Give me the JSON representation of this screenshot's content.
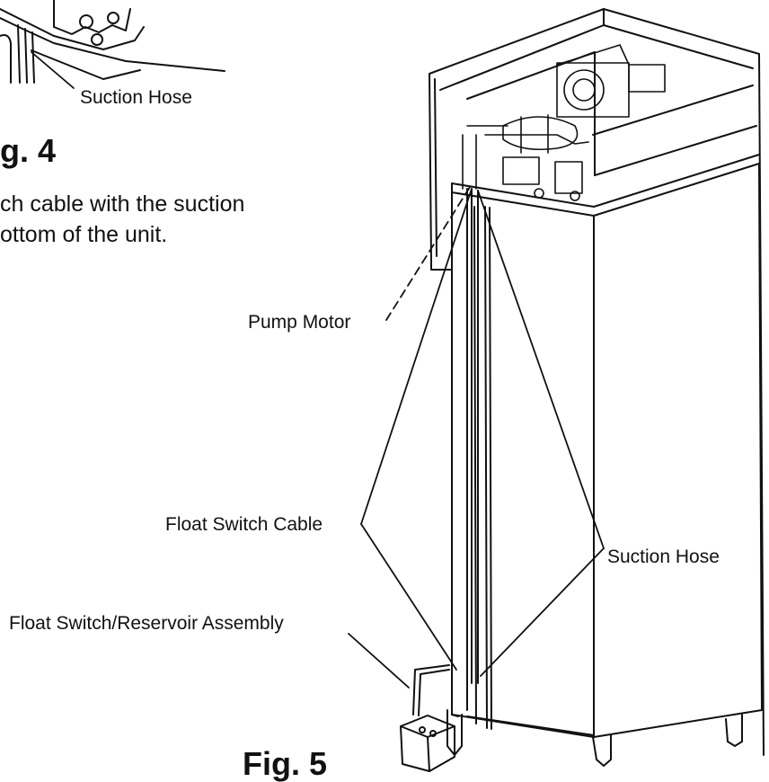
{
  "fig4": {
    "label_suction_hose": "Suction Hose",
    "caption": "g. 4"
  },
  "instructions": {
    "line1": "ch cable with the suction",
    "line2": "ottom of the unit."
  },
  "fig5": {
    "label_pump_motor": "Pump Motor",
    "label_float_switch_cable": "Float Switch Cable",
    "label_suction_hose": "Suction Hose",
    "label_float_switch_reservoir": "Float Switch/Reservoir Assembly",
    "caption": "Fig. 5"
  }
}
